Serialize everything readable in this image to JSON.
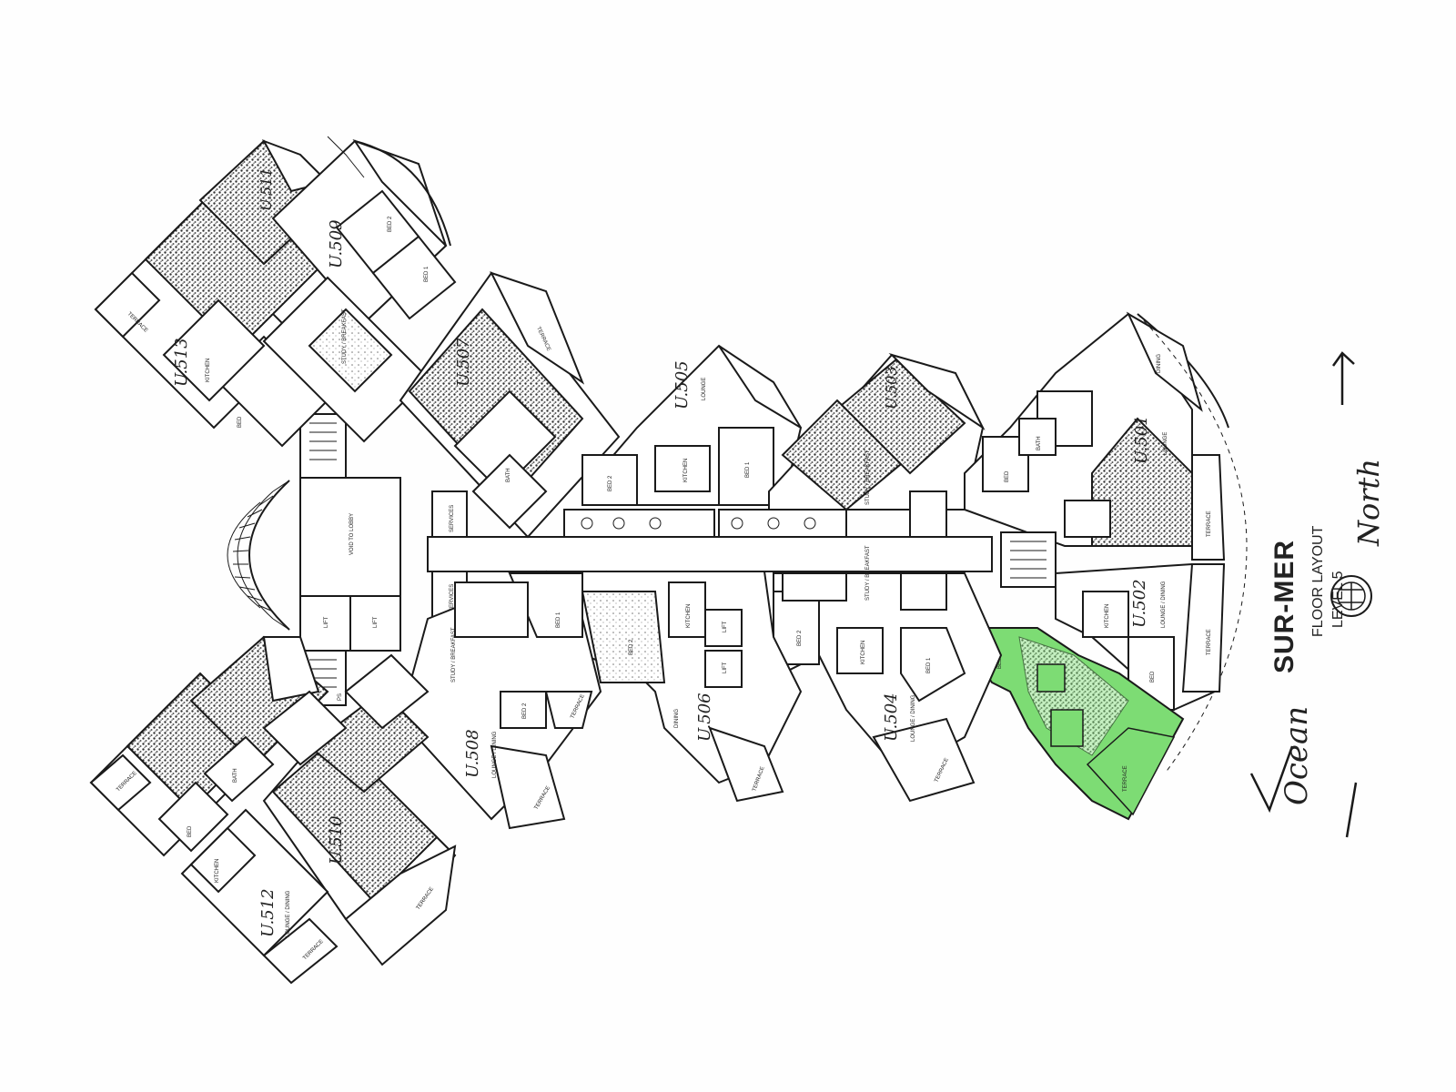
{
  "plan": {
    "brand": "SUR-MER",
    "layout_label": "FLOOR LAYOUT",
    "level_label": "LEVEL 5",
    "note_ocean": "Ocean",
    "note_north": "North",
    "highlight_color": "#7ddc74",
    "lines_color": "#1a1a1a",
    "room_labels": {
      "void_to_lobby": "VOID TO LOBBY",
      "lift": "LIFT",
      "services": "SERVICES",
      "bed": "BED",
      "bed1": "BED 1",
      "bed2": "BED 2",
      "kitchen": "KITCHEN",
      "lounge": "LOUNGE",
      "lounge_dining": "LOUNGE / DINING",
      "dining": "DINING",
      "terrace": "TERRACE",
      "study": "STUDY / BREAKFAST",
      "bath": "BATH",
      "ps": "PS"
    },
    "units": [
      "U.511",
      "U.509",
      "U.513",
      "U.507",
      "U.505",
      "U.503",
      "U.501",
      "U.502",
      "U.504",
      "U.506",
      "U.508",
      "U.510",
      "U.512"
    ]
  }
}
